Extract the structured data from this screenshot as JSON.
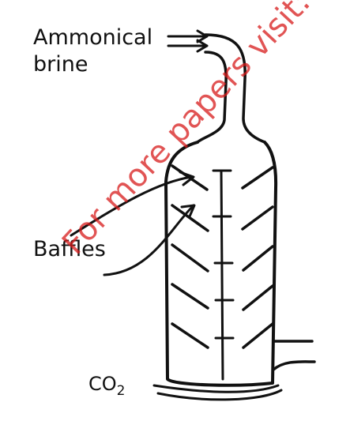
{
  "labels": {
    "ammonical": "Ammonical",
    "brine": "brine",
    "baffles": "Baffles",
    "co2_main": "CO",
    "co2_sub": "2"
  },
  "watermark": {
    "text": "For more papers visit: www.freekcsepastpapers.com",
    "color": "#d81b1b"
  }
}
